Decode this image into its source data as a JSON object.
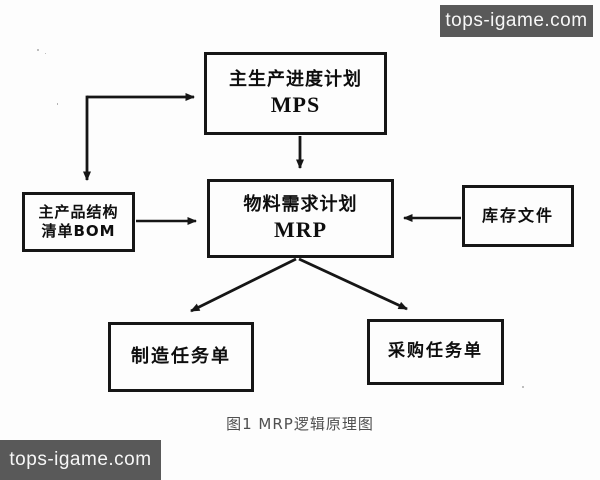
{
  "watermarks": {
    "top_right": "tops-igame.com",
    "bottom_left": "tops-igame.com",
    "bg_color": "#595959",
    "text_color": "#f7f7f7"
  },
  "diagram": {
    "caption": "图1 MRP逻辑原理图",
    "line_color": "#161616",
    "nodes": {
      "mps": {
        "line1": "主生产进度计划",
        "line2": "MPS"
      },
      "mrp": {
        "line1": "物料需求计划",
        "line2": "MRP"
      },
      "bom": {
        "line1": "主产品结构",
        "line2": "清单BOM"
      },
      "inventory": {
        "label": "库存文件"
      },
      "manufacturing": {
        "label": "制造任务单"
      },
      "purchasing": {
        "label": "采购任务单"
      }
    },
    "edges": [
      {
        "from": "corner",
        "to": "mps",
        "style": "elbow-horizontal"
      },
      {
        "from": "corner",
        "to": "bom",
        "style": "elbow-vertical"
      },
      {
        "from": "mps",
        "to": "mrp"
      },
      {
        "from": "bom",
        "to": "mrp"
      },
      {
        "from": "inventory",
        "to": "mrp"
      },
      {
        "from": "mrp",
        "to": "manufacturing"
      },
      {
        "from": "mrp",
        "to": "purchasing"
      }
    ]
  }
}
